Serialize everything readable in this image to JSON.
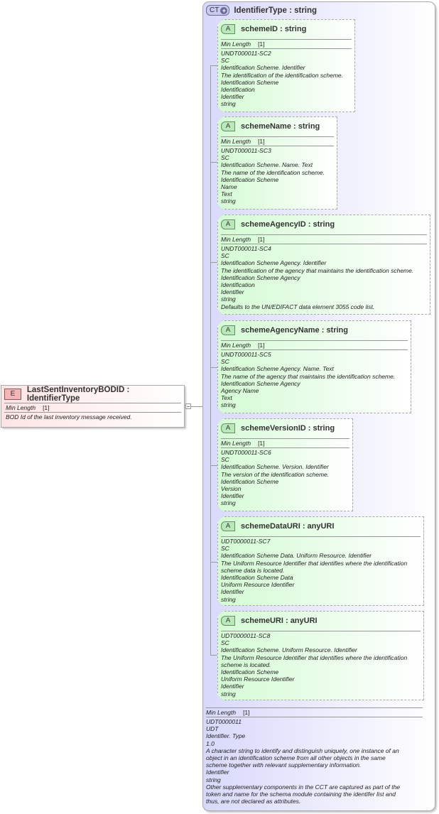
{
  "element": {
    "badge": "E",
    "title": "LastSentInventoryBODID : IdentifierType",
    "facet_label": "Min Length",
    "facet_value": "[1]",
    "documentation": "BOD Id of the last inventory message received."
  },
  "complex_type": {
    "badge": "CT",
    "badge_plus": "+",
    "title": "IdentifierType : string",
    "attributes": [
      {
        "badge": "A",
        "title": "schemeID : string",
        "facet_label": "Min Length",
        "facet_value": "[1]",
        "lines": [
          "UNDT000011-SC2",
          "SC",
          "Identification Scheme. Identifier",
          "The identification of the identification scheme.",
          "Identification Scheme",
          "Identification",
          "Identifier",
          "string"
        ]
      },
      {
        "badge": "A",
        "title": "schemeName : string",
        "facet_label": "Min Length",
        "facet_value": "[1]",
        "lines": [
          "UNDT000011-SC3",
          "SC",
          "Identification Scheme. Name. Text",
          "The name of the identification scheme.",
          "Identification Scheme",
          "Name",
          "Text",
          "string"
        ]
      },
      {
        "badge": "A",
        "title": "schemeAgencyID : string",
        "facet_label": "Min Length",
        "facet_value": "[1]",
        "lines": [
          "UNDT000011-SC4",
          "SC",
          "Identification Scheme Agency. Identifier",
          "The identification of the agency that maintains the identification scheme.",
          "Identification Scheme Agency",
          "Identification",
          "Identifier",
          "string",
          "Defaults to the UN/EDIFACT data element 3055 code list."
        ]
      },
      {
        "badge": "A",
        "title": "schemeAgencyName : string",
        "facet_label": "Min Length",
        "facet_value": "[1]",
        "lines": [
          "UNDT000011-SC5",
          "SC",
          "Identification Scheme Agency. Name. Text",
          "The name of the agency that maintains the identification scheme.",
          "Identification Scheme Agency",
          "Agency Name",
          "Text",
          "string"
        ]
      },
      {
        "badge": "A",
        "title": "schemeVersionID : string",
        "facet_label": "Min Length",
        "facet_value": "[1]",
        "lines": [
          "UNDT000011-SC6",
          "SC",
          "Identification Scheme. Version. Identifier",
          "The version of the identification scheme.",
          "Identification Scheme",
          "Version",
          "Identifier",
          "string"
        ]
      },
      {
        "badge": "A",
        "title": "schemeDataURI : anyURI",
        "lines": [
          "UDT0000011-SC7",
          "SC",
          "Identification Scheme Data. Uniform Resource. Identifier",
          "The Uniform Resource Identifier that identifies where the identification",
          "scheme data is located.",
          "Identification Scheme Data",
          "Uniform Resource Identifier",
          "Identifier",
          "string"
        ]
      },
      {
        "badge": "A",
        "title": "schemeURI : anyURI",
        "lines": [
          "UDT0000011-SC8",
          "SC",
          "Identification Scheme. Uniform Resource. Identifier",
          "The Uniform Resource Identifier that identifies where the identification",
          "scheme is located.",
          "Identification Scheme",
          "Uniform Resource Identifier",
          "Identifier",
          "string"
        ]
      }
    ],
    "footer": {
      "facet_label": "Min Length",
      "facet_value": "[1]",
      "lines": [
        "UDT0000011",
        "UDT",
        "Identifier. Type",
        "1.0",
        "A character string to identify and distinguish uniquely, one instance of an",
        "object in an identification scheme from all other objects in the same",
        "scheme together with relevant supplementary information.",
        "Identifier",
        "string",
        "Other supplementary components in the CCT are captured as part of the",
        "token and name for the schema module containing the identifer list and",
        "thus, are not declared as attributes."
      ]
    }
  },
  "colors": {
    "element_fill": "#fde4e4",
    "complex_type_fill": "#d8d8fb",
    "attribute_fill": "#d4fbd4",
    "border": "#a9a9a9"
  }
}
